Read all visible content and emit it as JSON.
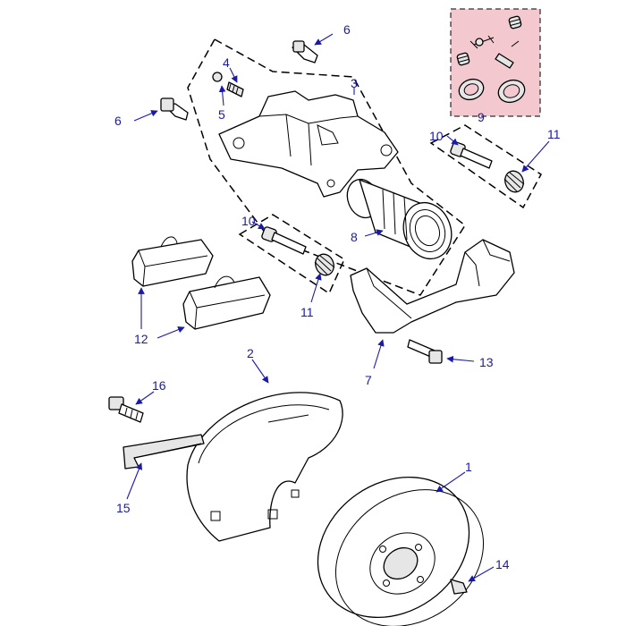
{
  "colors": {
    "callout": "#1a1aa8",
    "kit_highlight": "#f3c9cf",
    "line": "#000000"
  },
  "callouts": [
    {
      "id": "c1",
      "label": "1"
    },
    {
      "id": "c2",
      "label": "2"
    },
    {
      "id": "c3",
      "label": "3"
    },
    {
      "id": "c4",
      "label": "4"
    },
    {
      "id": "c5",
      "label": "5"
    },
    {
      "id": "c6a",
      "label": "6"
    },
    {
      "id": "c6b",
      "label": "6"
    },
    {
      "id": "c7",
      "label": "7"
    },
    {
      "id": "c8",
      "label": "8"
    },
    {
      "id": "c9",
      "label": "9"
    },
    {
      "id": "c10a",
      "label": "10"
    },
    {
      "id": "c10b",
      "label": "10"
    },
    {
      "id": "c11a",
      "label": "11"
    },
    {
      "id": "c11b",
      "label": "11"
    },
    {
      "id": "c12",
      "label": "12"
    },
    {
      "id": "c13",
      "label": "13"
    },
    {
      "id": "c14",
      "label": "14"
    },
    {
      "id": "c15",
      "label": "15"
    },
    {
      "id": "c16",
      "label": "16"
    }
  ]
}
